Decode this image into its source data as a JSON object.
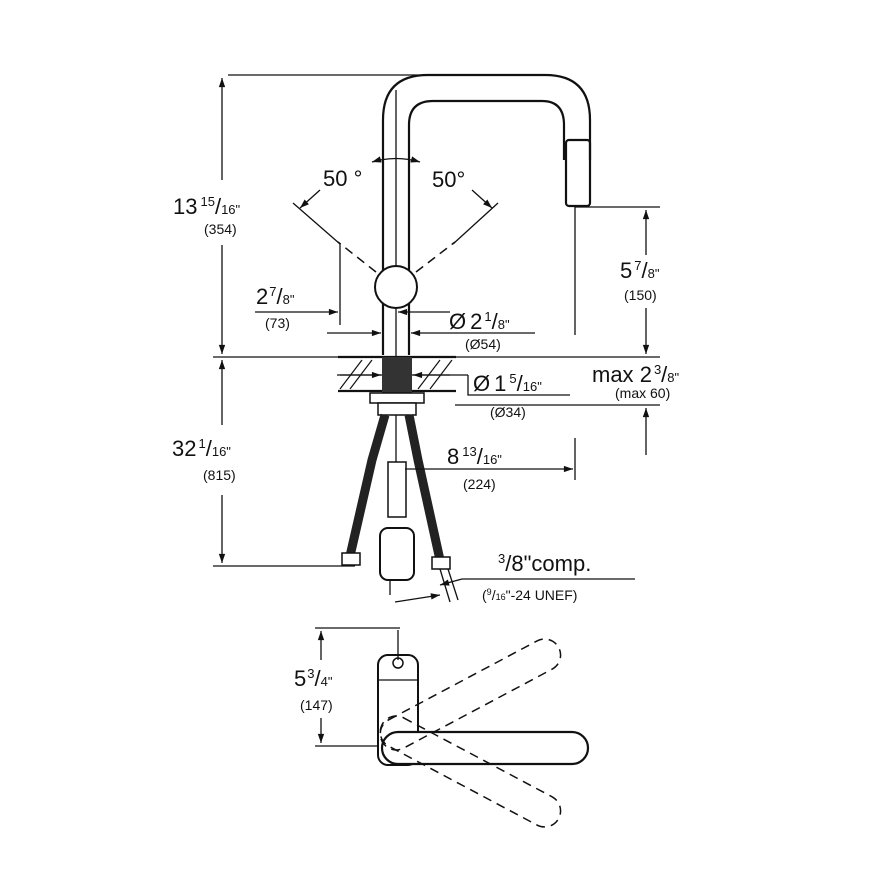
{
  "title": "Faucet dimension drawing",
  "dimensions": {
    "height_total": {
      "whole": "13",
      "num": "15",
      "den": "16\"",
      "metric": "(354)"
    },
    "spray_height": {
      "whole": "5",
      "num": "7",
      "den": "8\"",
      "metric": "(150)"
    },
    "handle_offset": {
      "whole": "2",
      "num": "7",
      "den": "8\"",
      "metric": "(73)"
    },
    "body_diameter": {
      "prefix": "Ø",
      "whole": "2",
      "num": "1",
      "den": "8\"",
      "metric": "(Ø54)"
    },
    "hole_diameter": {
      "prefix": "Ø",
      "whole": "1",
      "num": "5",
      "den": "16\"",
      "metric": "(Ø34)"
    },
    "counter_thickness": {
      "prefix": "max ",
      "whole": "2",
      "num": "3",
      "den": "8\"",
      "metric": "(max 60)"
    },
    "below_counter": {
      "whole": "32",
      "num": "1",
      "den": "16\"",
      "metric": "(815)"
    },
    "spout_reach": {
      "whole": "8",
      "num": "13",
      "den": "16\"",
      "metric": "(224)"
    },
    "connection": {
      "num": "3",
      "den": "8\"comp.",
      "sub_num": "9",
      "sub_den": "16",
      "sub_rest": "\"-24 UNEF)",
      "open": "("
    },
    "top_view_height": {
      "whole": "5",
      "num": "3",
      "den": "4\"",
      "metric": "(147)"
    },
    "angle_left": "50 °",
    "angle_right": "50°"
  }
}
